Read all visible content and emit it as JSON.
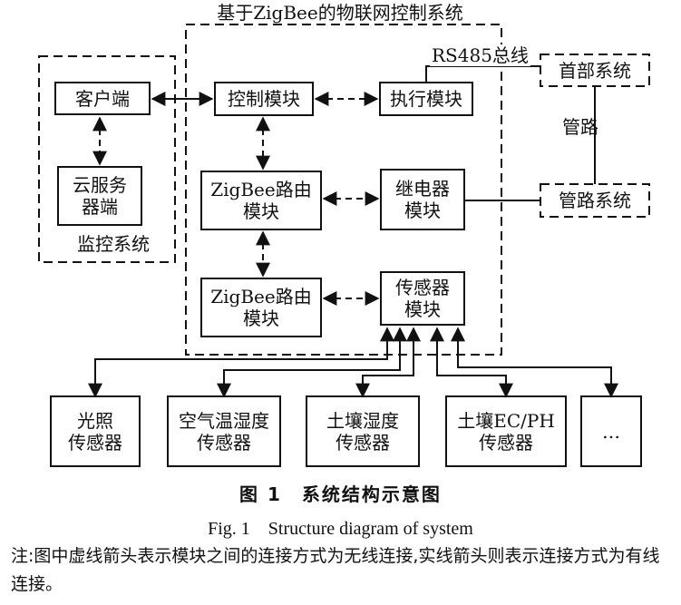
{
  "titles": {
    "zigbee_system": "基于ZigBee的物联网控制系统",
    "monitor_system": "监控系统",
    "rs485_bus": "RS485总线",
    "pipe": "管路"
  },
  "nodes": {
    "client": "客户端",
    "cloud_server": [
      "云服务",
      "器端"
    ],
    "control_module": "控制模块",
    "exec_module": "执行模块",
    "head_system": "首部系统",
    "zigbee_router_1": [
      "ZigBee路由",
      "模块"
    ],
    "relay_module": [
      "继电器",
      "模块"
    ],
    "pipe_system": "管路系统",
    "zigbee_router_2": [
      "ZigBee路由",
      "模块"
    ],
    "sensor_module": [
      "传感器",
      "模块"
    ],
    "light_sensor": [
      "光照",
      "传感器"
    ],
    "air_sensor": [
      "空气温湿度",
      "传感器"
    ],
    "soil_humidity_sensor": [
      "土壤湿度",
      "传感器"
    ],
    "soil_ecph_sensor": [
      "土壤EC/PH",
      "传感器"
    ],
    "more": "…"
  },
  "caption": {
    "cn": "图 1　系统结构示意图",
    "en": "Fig. 1　Structure diagram of system"
  },
  "note": "注:图中虚线箭头表示模块之间的连接方式为无线连接,实线箭头则表示连接方式为有线连接。"
}
